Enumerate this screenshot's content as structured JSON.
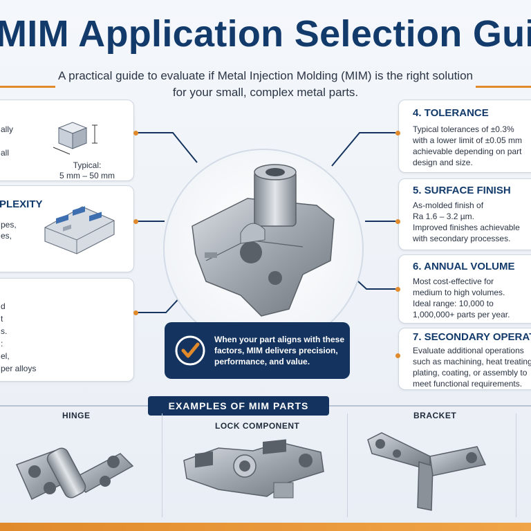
{
  "header": {
    "title": "MIM Application Selection Gui",
    "subtitle_line1": "A practical guide to evaluate if Metal Injection Molding (MIM) is the right solution",
    "subtitle_line2": "for your small, complex metal parts."
  },
  "left_cards": {
    "size": {
      "lines": [
        "ally",
        "",
        "all"
      ],
      "dimension_caption_line1": "Typical:",
      "dimension_caption_line2": "5 mm – 50 mm"
    },
    "complexity": {
      "heading": "PLEXITY",
      "lines": [
        "pes,",
        "es,"
      ]
    },
    "material": {
      "lines": [
        "d",
        "t",
        "s.",
        ":",
        "el,",
        "per alloys"
      ]
    }
  },
  "right_cards": {
    "tolerance": {
      "heading": "4. TOLERANCE",
      "lines": [
        "Typical tolerances of ±0.3%",
        "with a lower limit of ±0.05 mm",
        "achievable depending on part",
        "design and size."
      ]
    },
    "surface_finish": {
      "heading": "5. SURFACE FINISH",
      "lines": [
        "As-molded finish of",
        "Ra 1.6 – 3.2 µm.",
        "Improved finishes achievable",
        "with secondary processes."
      ]
    },
    "annual_volume": {
      "heading": "6. ANNUAL VOLUME",
      "lines": [
        "Most cost-effective for",
        "medium to high volumes.",
        "Ideal range: 10,000 to",
        "1,000,000+ parts per year."
      ]
    },
    "secondary_ops": {
      "heading": "7. SECONDARY OPERAT",
      "lines": [
        "Evaluate additional operations",
        "such as machining, heat treating,",
        "plating, coating, or assembly to",
        "meet functional requirements."
      ]
    }
  },
  "callout": {
    "line1": "When your part aligns with these",
    "line2": "factors, MIM delivers precision,",
    "line3": "performance, and value."
  },
  "examples": {
    "banner": "EXAMPLES OF MIM PARTS",
    "items": [
      {
        "label": "HINGE"
      },
      {
        "label": "LOCK COMPONENT"
      },
      {
        "label": "BRACKET"
      }
    ]
  },
  "colors": {
    "navy": "#14345f",
    "title_blue": "#123a6b",
    "accent_orange": "#e08a2c"
  }
}
